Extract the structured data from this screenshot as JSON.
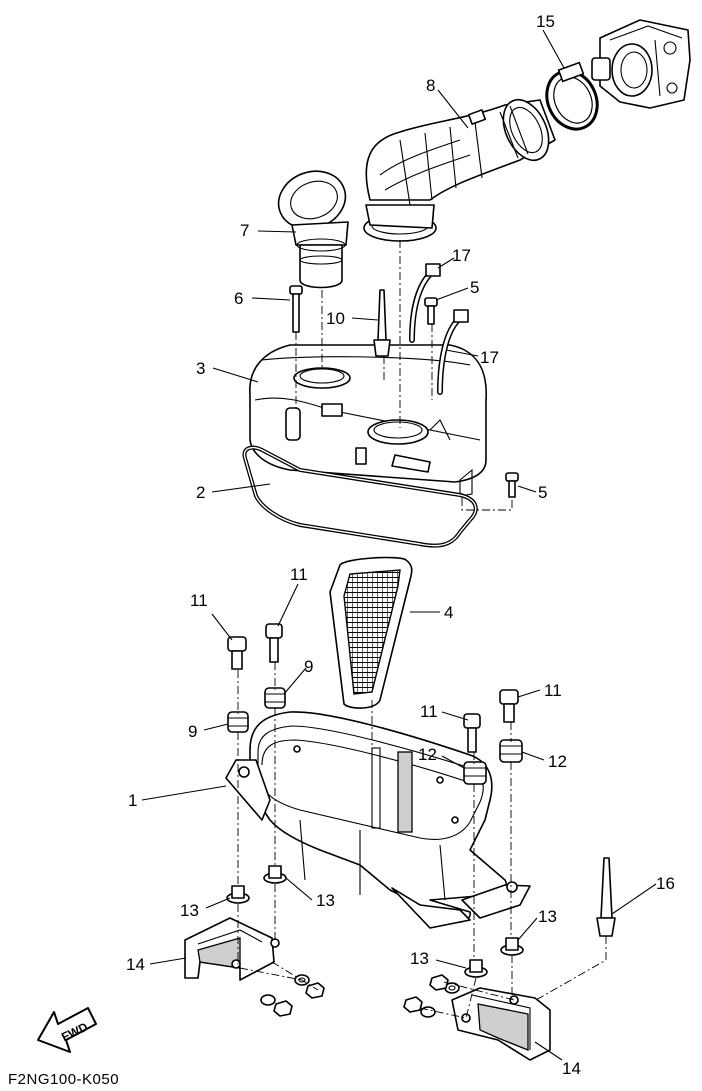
{
  "diagram": {
    "callouts": [
      {
        "id": "c15",
        "number": "15"
      },
      {
        "id": "c8",
        "number": "8"
      },
      {
        "id": "c7",
        "number": "7"
      },
      {
        "id": "c17a",
        "number": "17"
      },
      {
        "id": "c6",
        "number": "6"
      },
      {
        "id": "c5a",
        "number": "5"
      },
      {
        "id": "c10",
        "number": "10"
      },
      {
        "id": "c17b",
        "number": "17"
      },
      {
        "id": "c3",
        "number": "3"
      },
      {
        "id": "c5b",
        "number": "5"
      },
      {
        "id": "c2",
        "number": "2"
      },
      {
        "id": "c11a",
        "number": "11"
      },
      {
        "id": "c11b",
        "number": "11"
      },
      {
        "id": "c4",
        "number": "4"
      },
      {
        "id": "c9a",
        "number": "9"
      },
      {
        "id": "c9b",
        "number": "9"
      },
      {
        "id": "c11c",
        "number": "11"
      },
      {
        "id": "c11d",
        "number": "11"
      },
      {
        "id": "c12a",
        "number": "12"
      },
      {
        "id": "c12b",
        "number": "12"
      },
      {
        "id": "c1",
        "number": "1"
      },
      {
        "id": "c16",
        "number": "16"
      },
      {
        "id": "c13a",
        "number": "13"
      },
      {
        "id": "c13b",
        "number": "13"
      },
      {
        "id": "c13c",
        "number": "13"
      },
      {
        "id": "c13d",
        "number": "13"
      },
      {
        "id": "c14a",
        "number": "14"
      },
      {
        "id": "c14b",
        "number": "14"
      }
    ],
    "fwd_label": "FWD",
    "drawing_code": "F2NG100-K050"
  }
}
